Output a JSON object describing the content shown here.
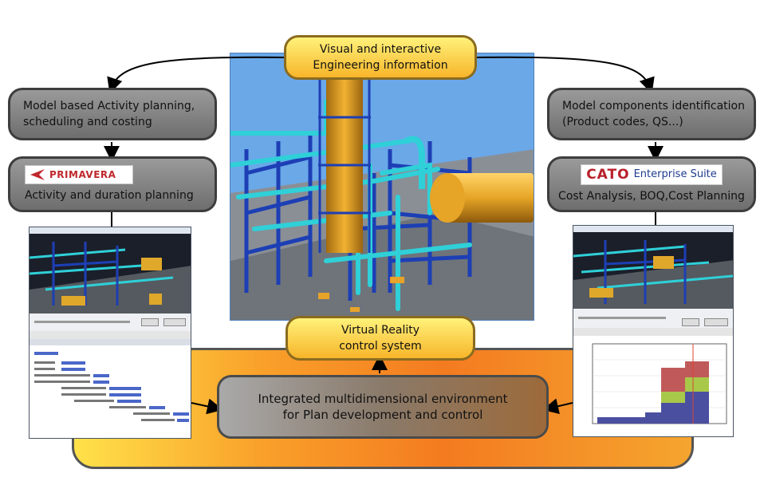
{
  "nodes": {
    "visual_info": "Visual and interactive\nEngineering information",
    "activity_planning": "Model based Activity planning,\nscheduling and costing",
    "primavera_logo": "PRIMAVERA",
    "activity_duration": "Activity and duration planning",
    "model_components": "Model components identification\n(Product  codes, QS...)",
    "cato_logo_cato": "CATO",
    "cato_logo_suite": "Enterprise Suite",
    "cost_analysis": "Cost Analysis, BOQ,Cost Planning",
    "vr_control": "Virtual Reality\ncontrol system",
    "integrated_env": "Integrated multidimensional  environment\nfor Plan development and control"
  },
  "colors": {
    "grey_box": "#7f7f7f",
    "yellow_box": "#f9c43a",
    "orange_band": "#f47b20",
    "sky_blue": "#6aa8e8",
    "pipe_cyan": "#2fd0d8",
    "tower_orange": "#d99a1c",
    "primavera_red": "#c0282d",
    "cato_red": "#b8202a",
    "cato_blue": "#1f3b8f"
  }
}
